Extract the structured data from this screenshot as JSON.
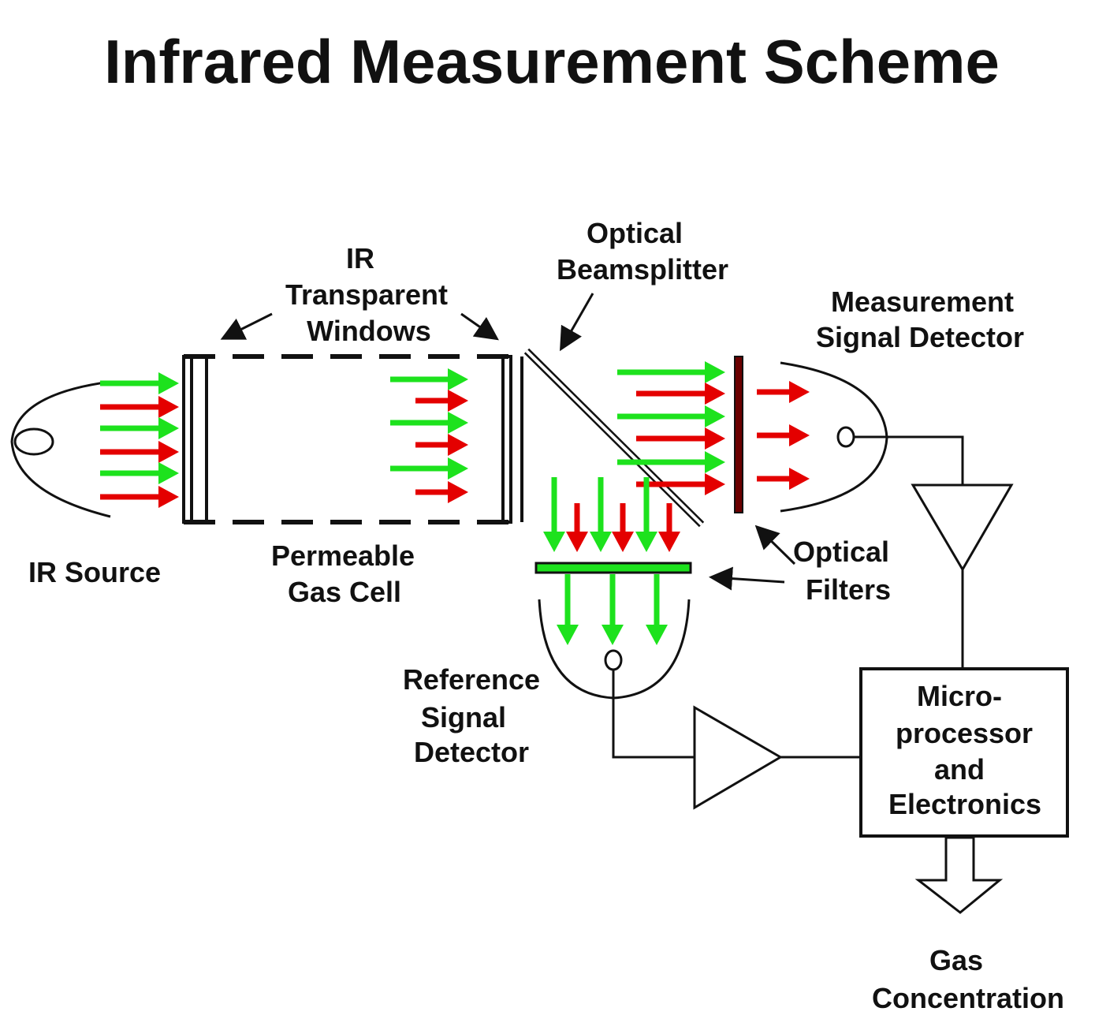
{
  "title": "Infrared Measurement Scheme",
  "colors": {
    "green": "#1de21d",
    "red": "#e40000",
    "filter_dark": "#6b0000",
    "line": "#111111"
  },
  "labels": {
    "ir_source": "IR Source",
    "windows": [
      "IR",
      "Transparent",
      "Windows"
    ],
    "gas_cell": [
      "Permeable",
      "Gas Cell"
    ],
    "beamsplitter": [
      "Optical",
      "Beamsplitter"
    ],
    "meas_detector": [
      "Measurement",
      "Signal Detector"
    ],
    "filters": [
      "Optical",
      "Filters"
    ],
    "ref_detector": [
      "Reference",
      "Signal",
      "Detector"
    ],
    "micro": [
      "Micro-",
      "processor",
      "and",
      "Electronics"
    ],
    "output": [
      "Gas",
      "Concentration"
    ]
  }
}
